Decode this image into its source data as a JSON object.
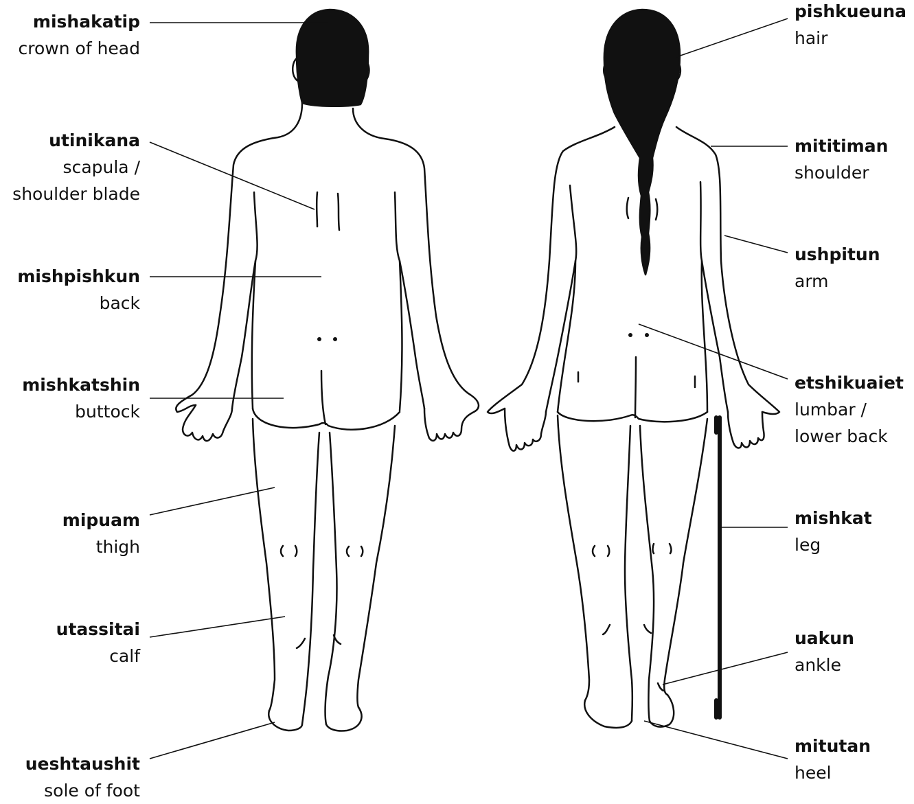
{
  "labels": {
    "left": [
      {
        "term": "mishakatip",
        "gloss": "crown of head"
      },
      {
        "term": "utinikana",
        "gloss": "scapula / shoulder blade"
      },
      {
        "term": "mishpishkun",
        "gloss": "back"
      },
      {
        "term": "mishkatshin",
        "gloss": "buttock"
      },
      {
        "term": "mipuam",
        "gloss": "thigh"
      },
      {
        "term": "utassitai",
        "gloss": "calf"
      },
      {
        "term": "ueshtaushit",
        "gloss": "sole of foot"
      }
    ],
    "right": [
      {
        "term": "pishkueuna",
        "gloss": "hair"
      },
      {
        "term": "mititiman",
        "gloss": "shoulder"
      },
      {
        "term": "ushpitun",
        "gloss": "arm"
      },
      {
        "term": "etshikuaiet",
        "gloss": "lumbar / lower back"
      },
      {
        "term": "mishkat",
        "gloss": "leg"
      },
      {
        "term": "uakun",
        "gloss": "ankle"
      },
      {
        "term": "mitutan",
        "gloss": "heel"
      }
    ]
  },
  "colors": {
    "line": "#111111",
    "hair": "#111111",
    "background": "#ffffff"
  }
}
